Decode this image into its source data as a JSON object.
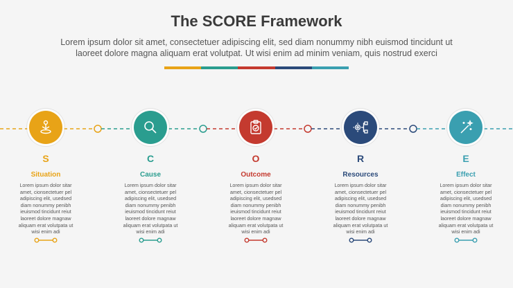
{
  "header": {
    "title": "The SCORE Framework",
    "subtitle_line1": "Lorem ipsum dolor sit amet, consectetuer adipiscing elit, sed diam nonummy nibh euismod tincidunt ut",
    "subtitle_line2": "laoreet dolore magna aliquam erat volutpat. Ut wisi enim ad minim veniam, quis nostrud exerci"
  },
  "colors": {
    "situation": "#e8a317",
    "cause": "#2a9d8f",
    "outcome": "#c43a2f",
    "resources": "#2b4a7a",
    "effect": "#3a9fb0",
    "dash": "#8a8a8a"
  },
  "steps": [
    {
      "letter": "S",
      "label": "Situation",
      "icon": "person-meditation-icon",
      "text": "Lorem ipsum dolor sitar amet, cionsectetuer pel adipiscing elit, usedsed diam nonummy penibh ieuismod tincidunt reiut laoreet dolore magnaw aliquam erat volutpata ut wisi enim adi"
    },
    {
      "letter": "C",
      "label": "Cause",
      "icon": "magnifier-icon",
      "text": "Lorem ipsum dolor sitar amet, cionsectetuer pel adipiscing elit, usedsed diam nonummy penibh ieuismod tincidunt reiut laoreet dolore magnaw aliquam erat volutpata ut wisi enim adi"
    },
    {
      "letter": "O",
      "label": "Outcome",
      "icon": "clipboard-check-icon",
      "text": "Lorem ipsum dolor sitar amet, cionsectetuer pel adipiscing elit, usedsed diam nonummy penibh ieuismod tincidunt reiut laoreet dolore magnaw aliquam erat volutpata ut wisi enim adi"
    },
    {
      "letter": "R",
      "label": "Resources",
      "icon": "gear-network-icon",
      "text": "Lorem ipsum dolor sitar amet, cionsectetuer pel adipiscing elit, usedsed diam nonummy penibh ieuismod tincidunt reiut laoreet dolore magnaw aliquam erat volutpata ut wisi enim adi"
    },
    {
      "letter": "E",
      "label": "Effect",
      "icon": "magic-wand-icon",
      "text": "Lorem ipsum dolor sitar amet, cionsectetuer pel adipiscing elit, usedsed diam nonummy penibh ieuismod tincidunt reiut laoreet dolore magnaw aliquam erat volutpata ut wisi enim adi"
    }
  ]
}
